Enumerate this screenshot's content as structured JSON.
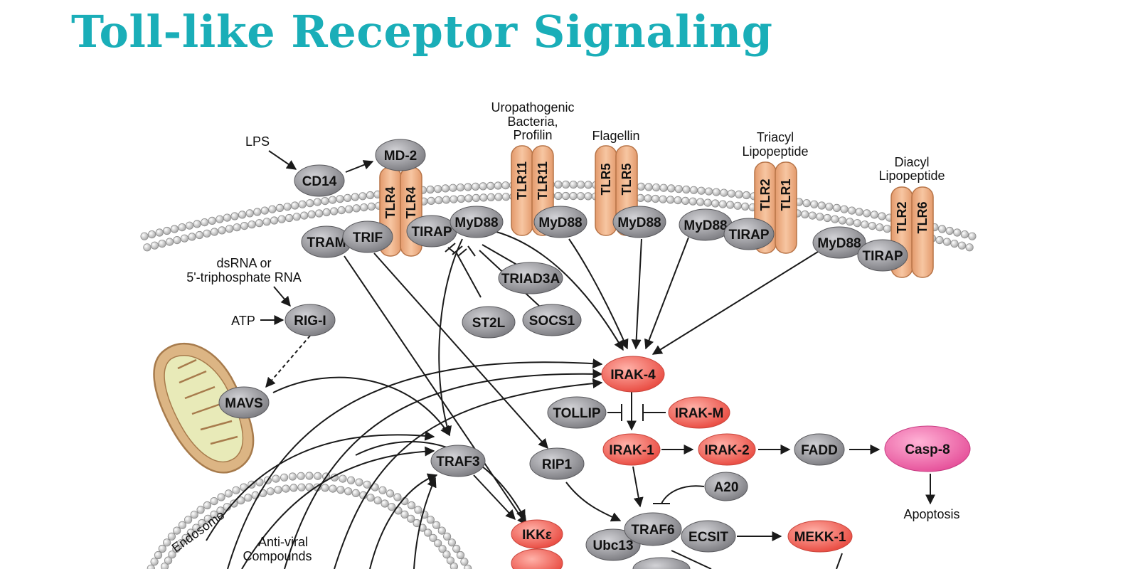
{
  "title": "Toll-like Receptor Signaling",
  "colors": {
    "title": "#1aaeb8",
    "gray_node": "#8e8e93",
    "red_node": "#f0655c",
    "pink_node": "#ee5fa5",
    "receptor": "#f2b48a"
  },
  "labels": {
    "lps": "LPS",
    "uro1": "Uropathogenic",
    "uro2": "Bacteria,",
    "uro3": "Profilin",
    "flagellin": "Flagellin",
    "triacyl1": "Triacyl",
    "triacyl2": "Lipopeptide",
    "diacyl1": "Diacyl",
    "diacyl2": "Lipopeptide",
    "dsrna1": "dsRNA or",
    "dsrna2": "5'-triphosphate RNA",
    "atp": "ATP",
    "apoptosis": "Apoptosis",
    "endosome": "Endosome",
    "antiviral1": "Anti-viral",
    "antiviral2": "Compounds"
  },
  "receptors": {
    "tlr4": "TLR4",
    "tlr11": "TLR11",
    "tlr5": "TLR5",
    "tlr2": "TLR2",
    "tlr1": "TLR1",
    "tlr6": "TLR6"
  },
  "nodes": {
    "cd14": "CD14",
    "md2": "MD-2",
    "tram": "TRAM",
    "trif": "TRIF",
    "tirap": "TIRAP",
    "myd88": "MyD88",
    "triad3a": "TRIAD3A",
    "st2l": "ST2L",
    "socs1": "SOCS1",
    "rigi": "RIG-I",
    "mavs": "MAVS",
    "irak4": "IRAK-4",
    "tollip": "TOLLIP",
    "irakm": "IRAK-M",
    "irak1": "IRAK-1",
    "irak2": "IRAK-2",
    "fadd": "FADD",
    "casp8": "Casp-8",
    "traf3": "TRAF3",
    "rip1": "RIP1",
    "a20": "A20",
    "traf6": "TRAF6",
    "ecsit": "ECSIT",
    "ubc13": "Ubc13",
    "mekk1": "MEKK-1",
    "ikke": "IKKε"
  }
}
